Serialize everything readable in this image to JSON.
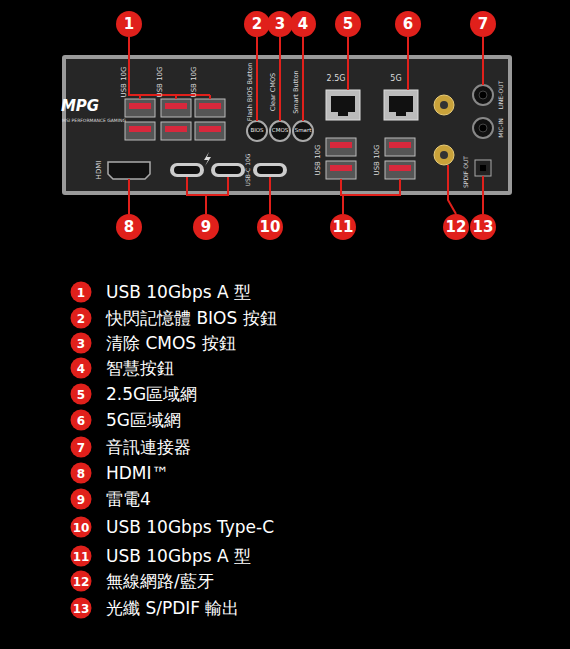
{
  "diagram": {
    "nodes": [
      {
        "text": [
          "1"
        ]
      },
      {
        "text": [
          "2"
        ]
      },
      {
        "text": [
          "3"
        ]
      },
      {
        "text": [
          "4"
        ]
      },
      {
        "text": [
          "5"
        ]
      },
      {
        "text": [
          "6"
        ]
      },
      {
        "text": [
          "7"
        ]
      },
      {
        "text": [
          "8"
        ]
      },
      {
        "text": [
          "9"
        ]
      },
      {
        "text": [
          "10"
        ]
      },
      {
        "text": [
          "11"
        ]
      },
      {
        "text": [
          "12"
        ]
      },
      {
        "text": [
          "13"
        ]
      },
      {
        "text": [
          "1"
        ]
      },
      {
        "text": [
          "2"
        ]
      },
      {
        "text": [
          "3"
        ]
      },
      {
        "text": [
          "4"
        ]
      },
      {
        "text": [
          "5"
        ]
      },
      {
        "text": [
          "6"
        ]
      },
      {
        "text": [
          "7"
        ]
      },
      {
        "text": [
          "8"
        ]
      },
      {
        "text": [
          "9"
        ]
      },
      {
        "text": [
          "10"
        ]
      },
      {
        "text": [
          "11"
        ]
      },
      {
        "text": [
          "12"
        ]
      },
      {
        "text": [
          "13"
        ]
      }
    ],
    "labels": [
      "USB 10G",
      "USB 10G",
      "USB 10G",
      "Flash BIOS Button",
      "Clear CMOS",
      "Smart Button",
      "BIOS",
      "CMOS",
      "Smart",
      "2.5G",
      "5G",
      "USB 10G",
      "USB 10G",
      "USB-C 10G",
      "HDMI",
      "MPG",
      "MSI PERFORMANCE GAMING",
      "LINE-OUT",
      "MIC-IN",
      "SPDIF OUT",
      "USB 10Gbps A 型",
      "快閃記憶體 BIOS 按鈕",
      "清除 CMOS 按鈕",
      "智慧按鈕",
      "2.5G區域網",
      "5G區域網",
      "音訊連接器",
      "HDMI™",
      "雷電4",
      "USB 10Gbps Type-C",
      "USB 10Gbps A 型",
      "無線網路/藍牙",
      "光纖 S/PDIF 輸出"
    ]
  }
}
